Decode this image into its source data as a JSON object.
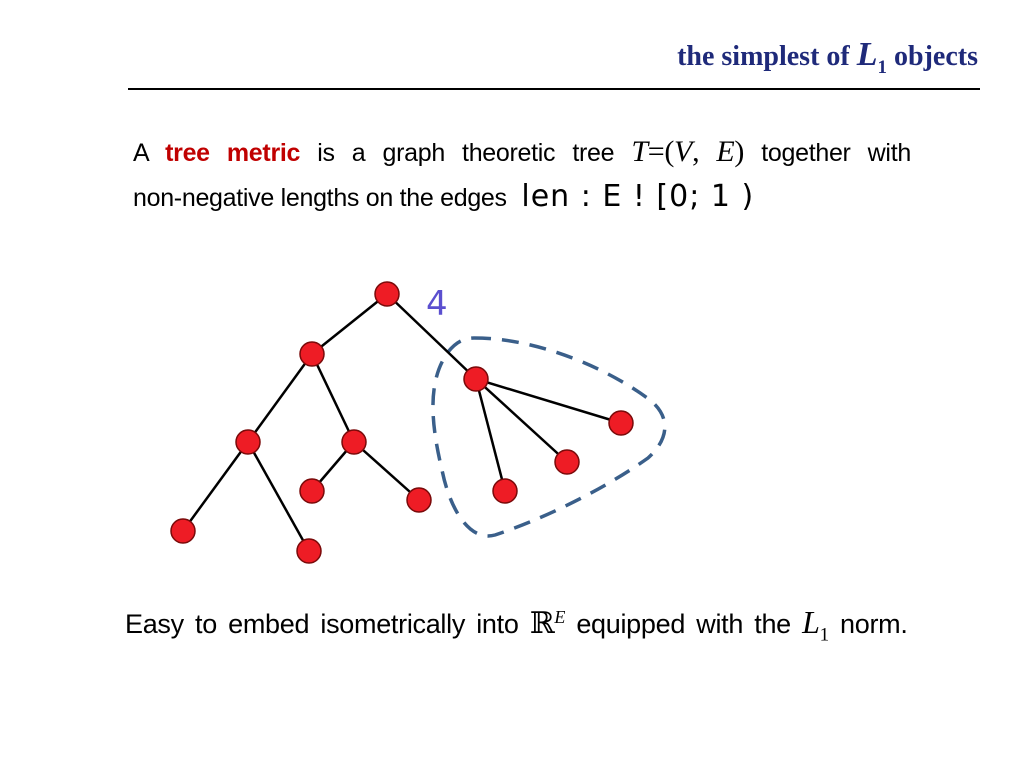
{
  "slide": {
    "title_text": "the simplest of",
    "title_math": "L",
    "title_sub": "1",
    "title_tail": "objects"
  },
  "definition": {
    "prefix": "A",
    "highlight": "tree metric",
    "text1": "is a graph theoretic tree",
    "math_T": "T",
    "math_eq": "=(",
    "math_V": "V",
    "math_comma": ",",
    "math_E": "E",
    "math_close": ")",
    "text2": "together with",
    "text3": "non-negative lengths on the edges",
    "len_map": "len : E !  [0; 1 )"
  },
  "diagram": {
    "edge_label": "4",
    "node_color": "#ee1c25",
    "edge_color": "#000000",
    "loop_color": "#3a5f8a"
  },
  "caption": {
    "text1": "Easy to embed isometrically into",
    "bb_R": "ℝ",
    "sup_E": "E",
    "text2": "equipped with the",
    "math_L": "L",
    "sub_1": "1",
    "text3": "norm."
  }
}
